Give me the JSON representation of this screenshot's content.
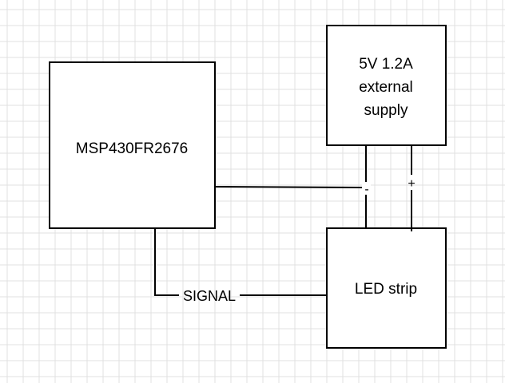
{
  "colors": {
    "background": "#ffffff",
    "grid_line": "#e0e0e0",
    "stroke": "#000000",
    "text": "#000000"
  },
  "grid": {
    "visible": true
  },
  "blocks": {
    "mcu": {
      "label": "MSP430FR2676"
    },
    "supply": {
      "line1": "5V 1.2A",
      "line2": "external",
      "line3": "supply"
    },
    "led_strip": {
      "label": "LED strip"
    }
  },
  "wires": {
    "signal": {
      "label": "SIGNAL"
    },
    "ground": {
      "label": "-"
    },
    "power": {
      "label": "+"
    }
  }
}
